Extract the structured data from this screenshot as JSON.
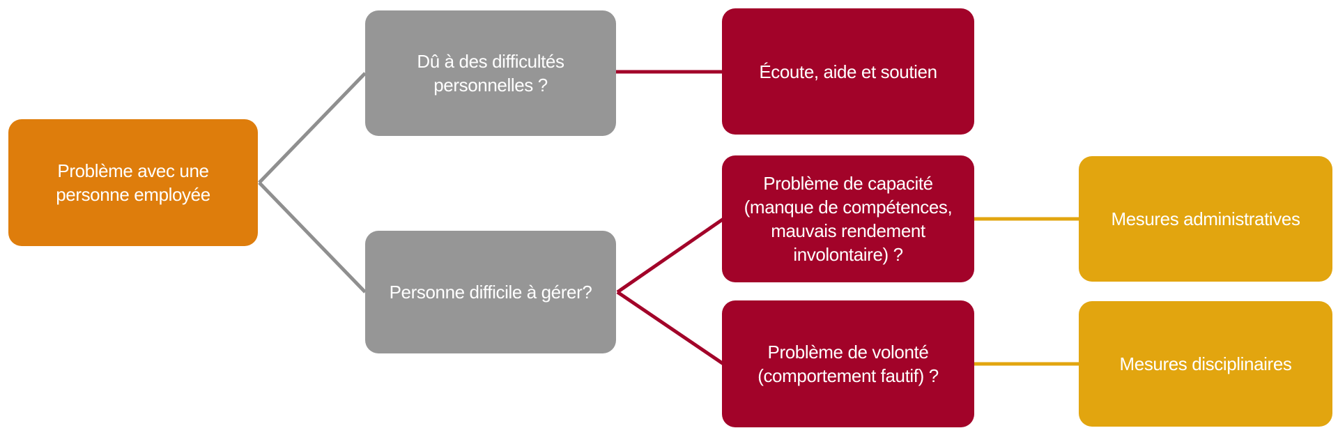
{
  "diagram": {
    "type": "decision-tree",
    "background": "#FFFFFF",
    "colors": {
      "root_orange": "#DE7D0C",
      "question_gray": "#969696",
      "action_red": "#A20329",
      "outcome_gold": "#E2A50F",
      "connector_gray": "#8F8F8F",
      "connector_red": "#A20329",
      "connector_gold": "#E2A50F",
      "text": "#FFFFFF"
    },
    "nodes": [
      {
        "id": "root",
        "label": "Problème avec une\npersonne employée",
        "color": "#DE7D0C"
      },
      {
        "id": "difficultes-personnelles",
        "label": "Dû à des difficultés\npersonnelles ?",
        "color": "#969696"
      },
      {
        "id": "ecoute-aide-soutien",
        "label": "Écoute, aide et soutien",
        "color": "#A20329"
      },
      {
        "id": "personne-difficile",
        "label": "Personne difficile à gérer?",
        "color": "#969696"
      },
      {
        "id": "probleme-capacite",
        "label": "Problème de capacité\n(manque de compétences,\nmauvais rendement\ninvolontaire) ?",
        "color": "#A20329"
      },
      {
        "id": "mesures-administratives",
        "label": "Mesures administratives",
        "color": "#E2A50F"
      },
      {
        "id": "probleme-volonte",
        "label": "Problème de volonté\n(comportement fautif) ?",
        "color": "#A20329"
      },
      {
        "id": "mesures-disciplinaires",
        "label": "Mesures disciplinaires",
        "color": "#E2A50F"
      }
    ],
    "connections": [
      {
        "from": "root",
        "to": "difficultes-personnelles",
        "color": "#8F8F8F"
      },
      {
        "from": "root",
        "to": "personne-difficile",
        "color": "#8F8F8F"
      },
      {
        "from": "difficultes-personnelles",
        "to": "ecoute-aide-soutien",
        "color": "#A20329"
      },
      {
        "from": "personne-difficile",
        "to": "probleme-capacite",
        "color": "#A20329"
      },
      {
        "from": "personne-difficile",
        "to": "probleme-volonte",
        "color": "#A20329"
      },
      {
        "from": "probleme-capacite",
        "to": "mesures-administratives",
        "color": "#E2A50F"
      },
      {
        "from": "probleme-volonte",
        "to": "mesures-disciplinaires",
        "color": "#E2A50F"
      }
    ]
  }
}
